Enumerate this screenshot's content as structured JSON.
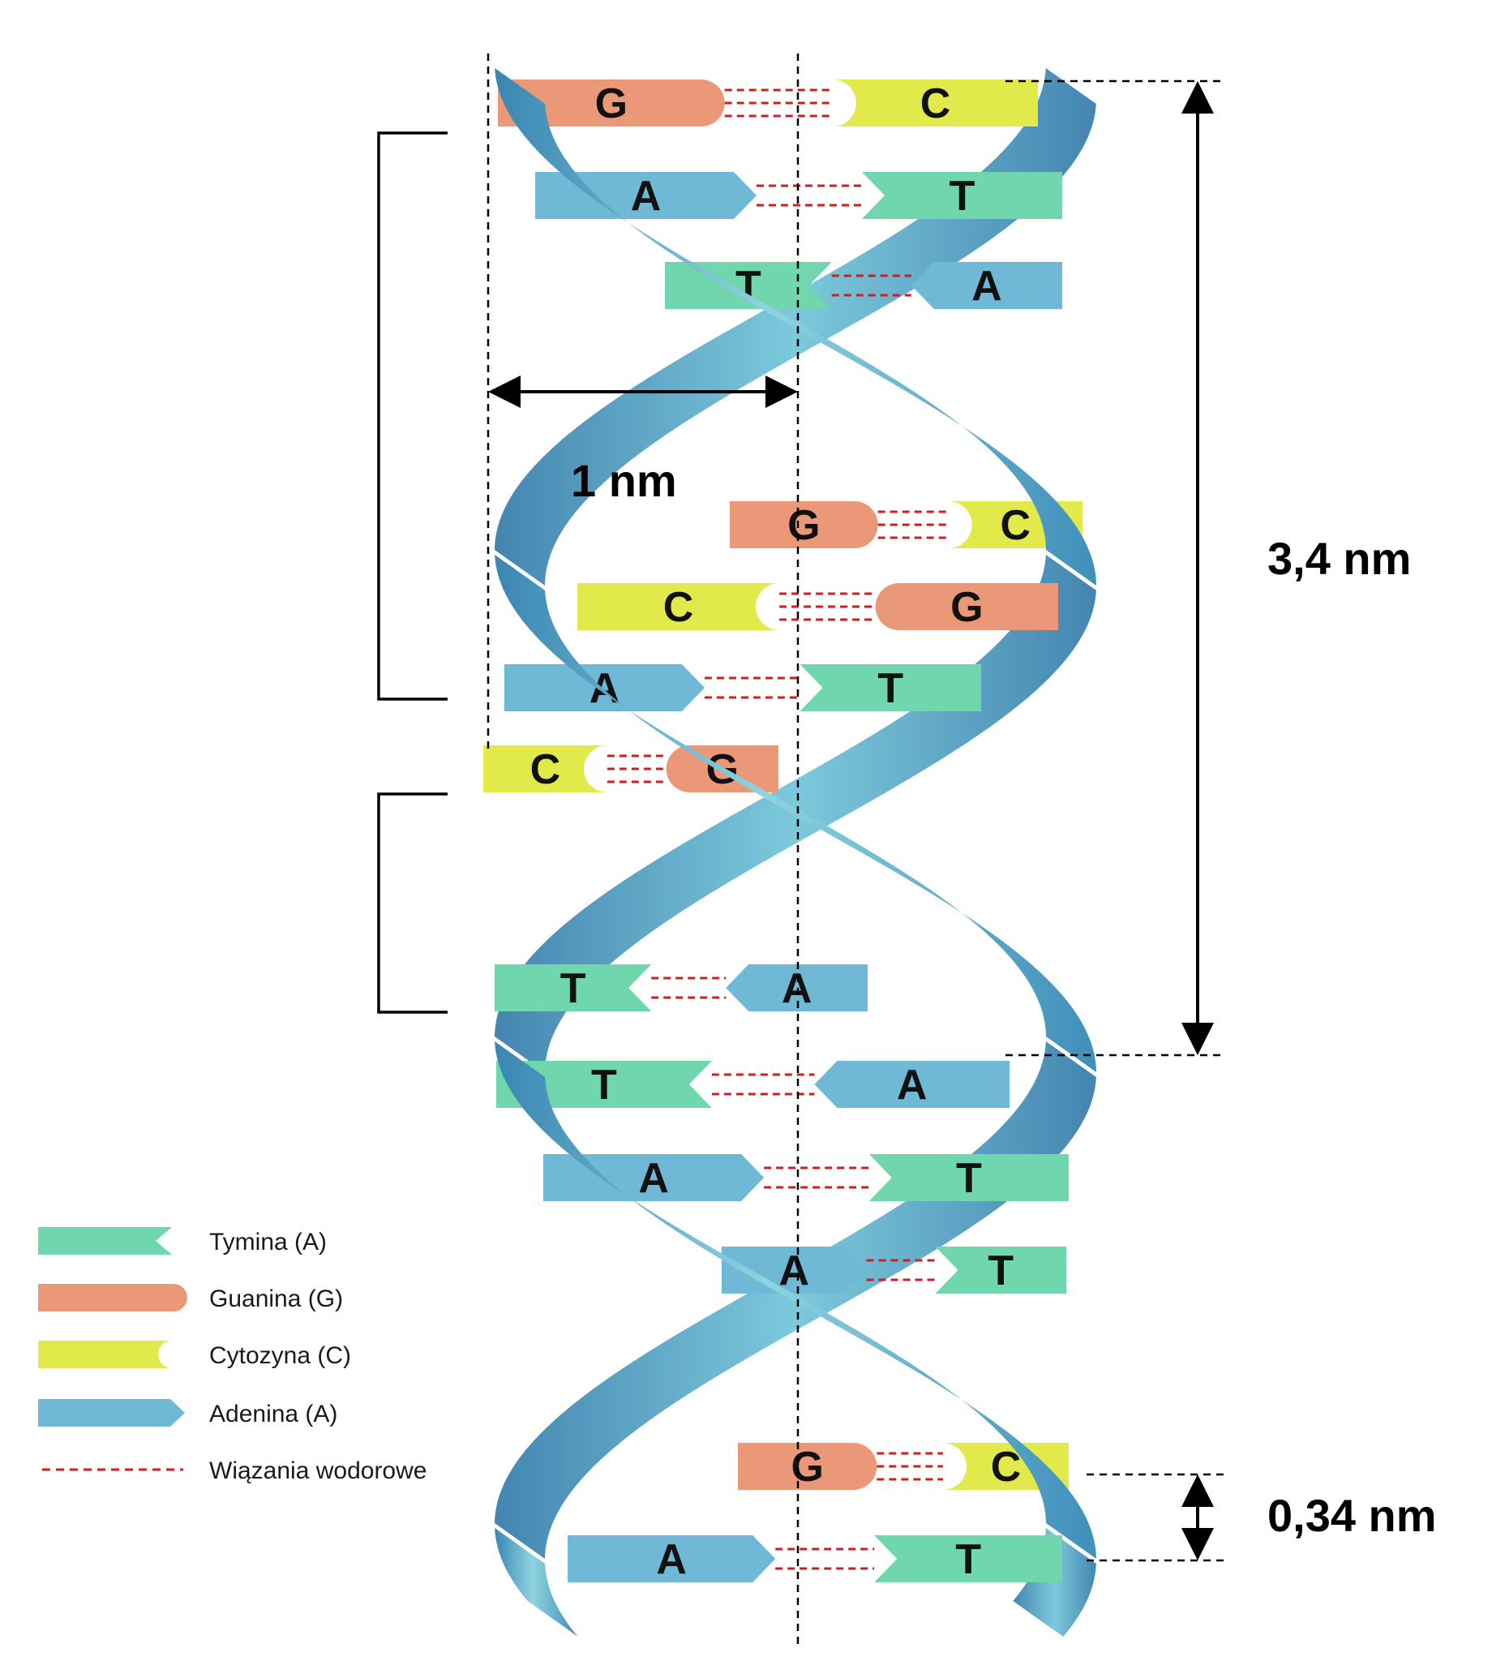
{
  "colors": {
    "thymine": "#6fd6ad",
    "guanine": "#ea9878",
    "cytosine": "#e2ea4b",
    "adenine": "#6fb9d6",
    "hbond": "#cc1f1f",
    "backbone_light": "#8fd3e0",
    "backbone_dark": "#3a86b3"
  },
  "measurements": {
    "width_label": "1 nm",
    "pitch_label": "3,4 nm",
    "rise_label": "0,34 nm"
  },
  "legend": [
    {
      "id": "thymine",
      "label": "Tymina (A)",
      "icon": "thymine-shape-icon"
    },
    {
      "id": "guanine",
      "label": "Guanina (G)",
      "icon": "guanine-shape-icon"
    },
    {
      "id": "cytosine",
      "label": "Cytozyna (C)",
      "icon": "cytosine-shape-icon"
    },
    {
      "id": "adenine",
      "label": "Adenina (A)",
      "icon": "adenine-shape-icon"
    },
    {
      "id": "hbond",
      "label": "Wiązania wodorowe",
      "icon": "dashed-line-icon"
    }
  ],
  "base_pairs": [
    {
      "left": "G",
      "right": "C"
    },
    {
      "left": "A",
      "right": "T"
    },
    {
      "left": "T",
      "right": "A"
    },
    {
      "left": "G",
      "right": "C"
    },
    {
      "left": "C",
      "right": "G"
    },
    {
      "left": "A",
      "right": "T"
    },
    {
      "left": "C",
      "right": "G"
    },
    {
      "left": "T",
      "right": "A"
    },
    {
      "left": "T",
      "right": "A"
    },
    {
      "left": "A",
      "right": "T"
    },
    {
      "left": "A",
      "right": "T"
    },
    {
      "left": "G",
      "right": "C"
    },
    {
      "left": "A",
      "right": "T"
    }
  ]
}
